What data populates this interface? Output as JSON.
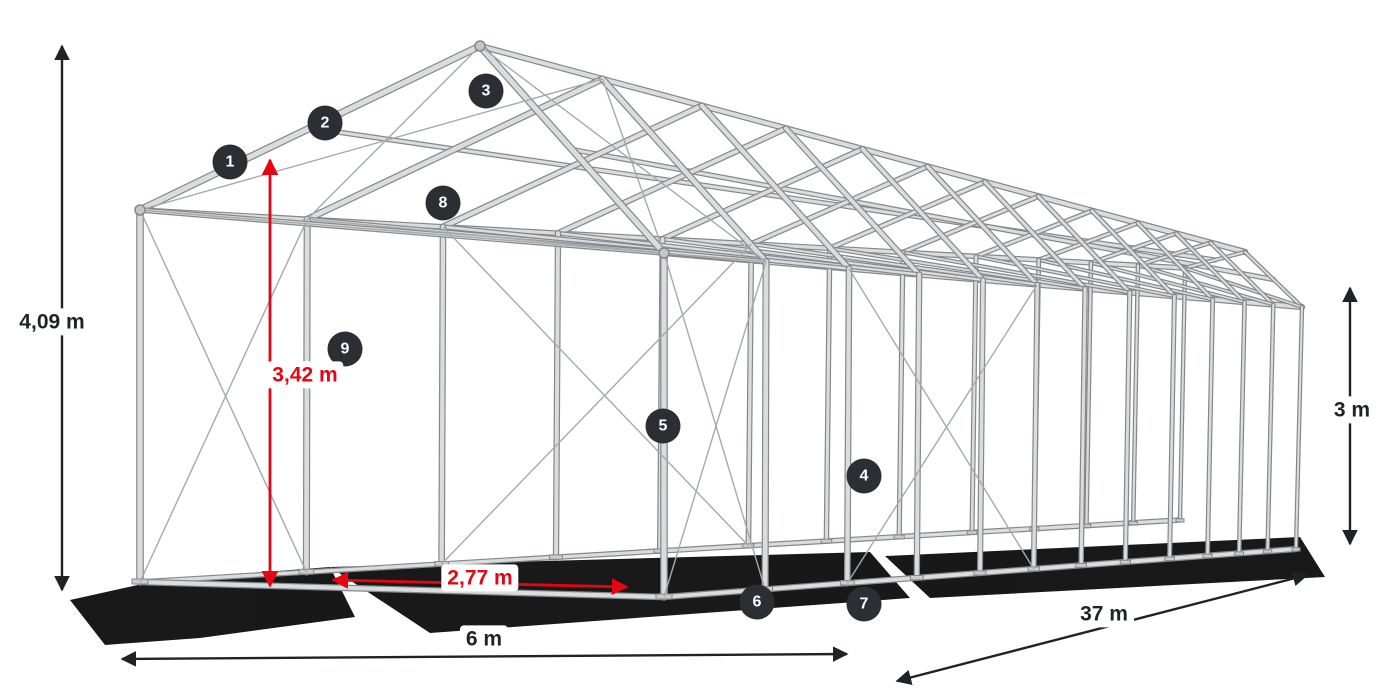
{
  "diagram": {
    "type": "tent-frame-construction-drawing",
    "dimensions": {
      "total_height": "4,09 m",
      "entrance_height": "3,42 m",
      "side_height": "3 m",
      "bay_spacing": "2,77 m",
      "width": "6 m",
      "length": "37 m"
    },
    "callouts": [
      {
        "label": "1"
      },
      {
        "label": "2"
      },
      {
        "label": "3"
      },
      {
        "label": "4"
      },
      {
        "label": "5"
      },
      {
        "label": "6"
      },
      {
        "label": "7"
      },
      {
        "label": "8"
      },
      {
        "label": "9"
      }
    ],
    "colors": {
      "background": "#ffffff",
      "frame_tube_light": "#dadcdd",
      "frame_tube_dark": "#82888c",
      "cable": "#a4aaad",
      "ground_shadow": "#000000",
      "badge_background": "#2b2e33",
      "badge_text": "#ffffff",
      "dimension_text": "#1f2328",
      "accent_red": "#e30613"
    }
  }
}
